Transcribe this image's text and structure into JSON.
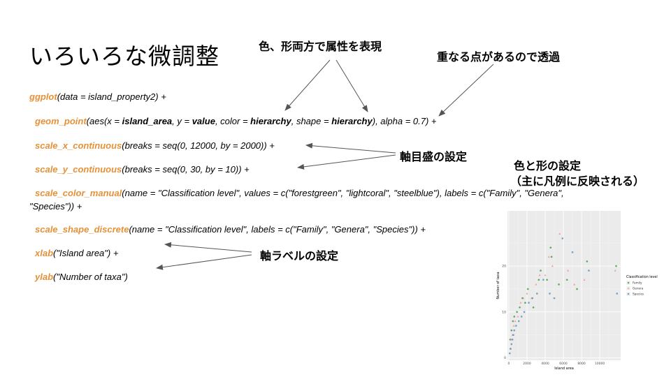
{
  "slide": {
    "title": "いろいろな微調整"
  },
  "code": {
    "line1": {
      "fn": "ggplot",
      "args": "(data = island_property2) +"
    },
    "line2": {
      "fn": "geom_point",
      "p1": "(aes(x = ",
      "k1": "island_area",
      "p2": ", y = ",
      "k2": "value",
      "p3": ", color = ",
      "k3": "hierarchy",
      "p4": ", shape = ",
      "k4": "hierarchy",
      "p5": "), alpha = 0.7) +"
    },
    "line3": {
      "fn": "scale_x_continuous",
      "args": "(breaks = seq(0, 12000, by = 2000)) +"
    },
    "line4": {
      "fn": "scale_y_continuous",
      "args": "(breaks = seq(0, 30, by = 10)) +"
    },
    "line5": {
      "fn": "scale_color_manual",
      "args": "(name = \"Classification level\", values = c(\"forestgreen\", \"lightcoral\", \"steelblue\"), labels = c(\"Family\", \"Genera\",",
      "cont": "\"Species\")) +"
    },
    "line6": {
      "fn": "scale_shape_discrete",
      "args": "(name = \"Classification level\", labels = c(\"Family\", \"Genera\", \"Species\")) +"
    },
    "line7": {
      "fn": "xlab",
      "args": "(\"Island area\") +"
    },
    "line8": {
      "fn": "ylab",
      "args": "(\"Number of taxa\")"
    }
  },
  "annotations": {
    "color_shape": "色、形両方で属性を表現",
    "transparency": "重なる点があるので透過",
    "axis_scale": "軸目盛の設定",
    "legend_line1": "色と形の設定",
    "legend_line2": "（主に凡例に反映される）",
    "axis_label": "軸ラベルの設定"
  },
  "colors": {
    "function": "#e69138",
    "family": "#228b22",
    "genera": "#f08080",
    "species": "#4682b4",
    "panel": "#ebebeb"
  },
  "chart_data": {
    "type": "scatter",
    "xlabel": "Island area",
    "ylabel": "Number of taxa",
    "xlim": [
      -150,
      12300
    ],
    "ylim": [
      -0.5,
      32
    ],
    "x_ticks": [
      0,
      2000,
      4000,
      6000,
      8000,
      10000
    ],
    "x_tick_labels": [
      "0",
      "2000",
      "4000",
      "6000",
      "8000",
      "10000"
    ],
    "y_ticks": [
      0,
      10,
      20
    ],
    "y_tick_labels": [
      "0",
      "10",
      "20"
    ],
    "grid": true,
    "legend": {
      "title": "Classification level",
      "placement": "right",
      "labels": [
        "Family",
        "Genera",
        "Species"
      ]
    },
    "series": [
      {
        "name": "Family",
        "x": [
          150,
          300,
          450,
          600,
          900,
          1200,
          1500,
          1800,
          2100,
          2700,
          3300,
          3500,
          4200,
          4600,
          4700,
          5500,
          6400,
          7500,
          8600,
          11800
        ],
        "y": [
          4,
          6,
          8,
          9,
          10,
          11,
          13,
          12,
          15,
          11,
          17,
          19,
          17,
          24,
          22,
          16,
          17,
          15,
          21,
          20
        ]
      },
      {
        "name": "Genera",
        "x": [
          150,
          250,
          400,
          550,
          700,
          1000,
          1300,
          1600,
          2000,
          2500,
          3000,
          3400,
          4000,
          4400,
          4800,
          5600,
          6500,
          7200,
          8300,
          11700
        ],
        "y": [
          2,
          4,
          5,
          7,
          8,
          9,
          12,
          13,
          14,
          13,
          16,
          18,
          18,
          22,
          20,
          27,
          19,
          16,
          17,
          19
        ]
      },
      {
        "name": "Species",
        "x": [
          100,
          200,
          300,
          400,
          500,
          600,
          800,
          1100,
          1400,
          1700,
          2200,
          2600,
          3100,
          3800,
          4500,
          5000,
          5900,
          7000,
          8800,
          11900
        ],
        "y": [
          1,
          2,
          3,
          4,
          5,
          6,
          7,
          8,
          9,
          10,
          12,
          13,
          14,
          17,
          14,
          13,
          26,
          23,
          19,
          14
        ]
      }
    ]
  }
}
